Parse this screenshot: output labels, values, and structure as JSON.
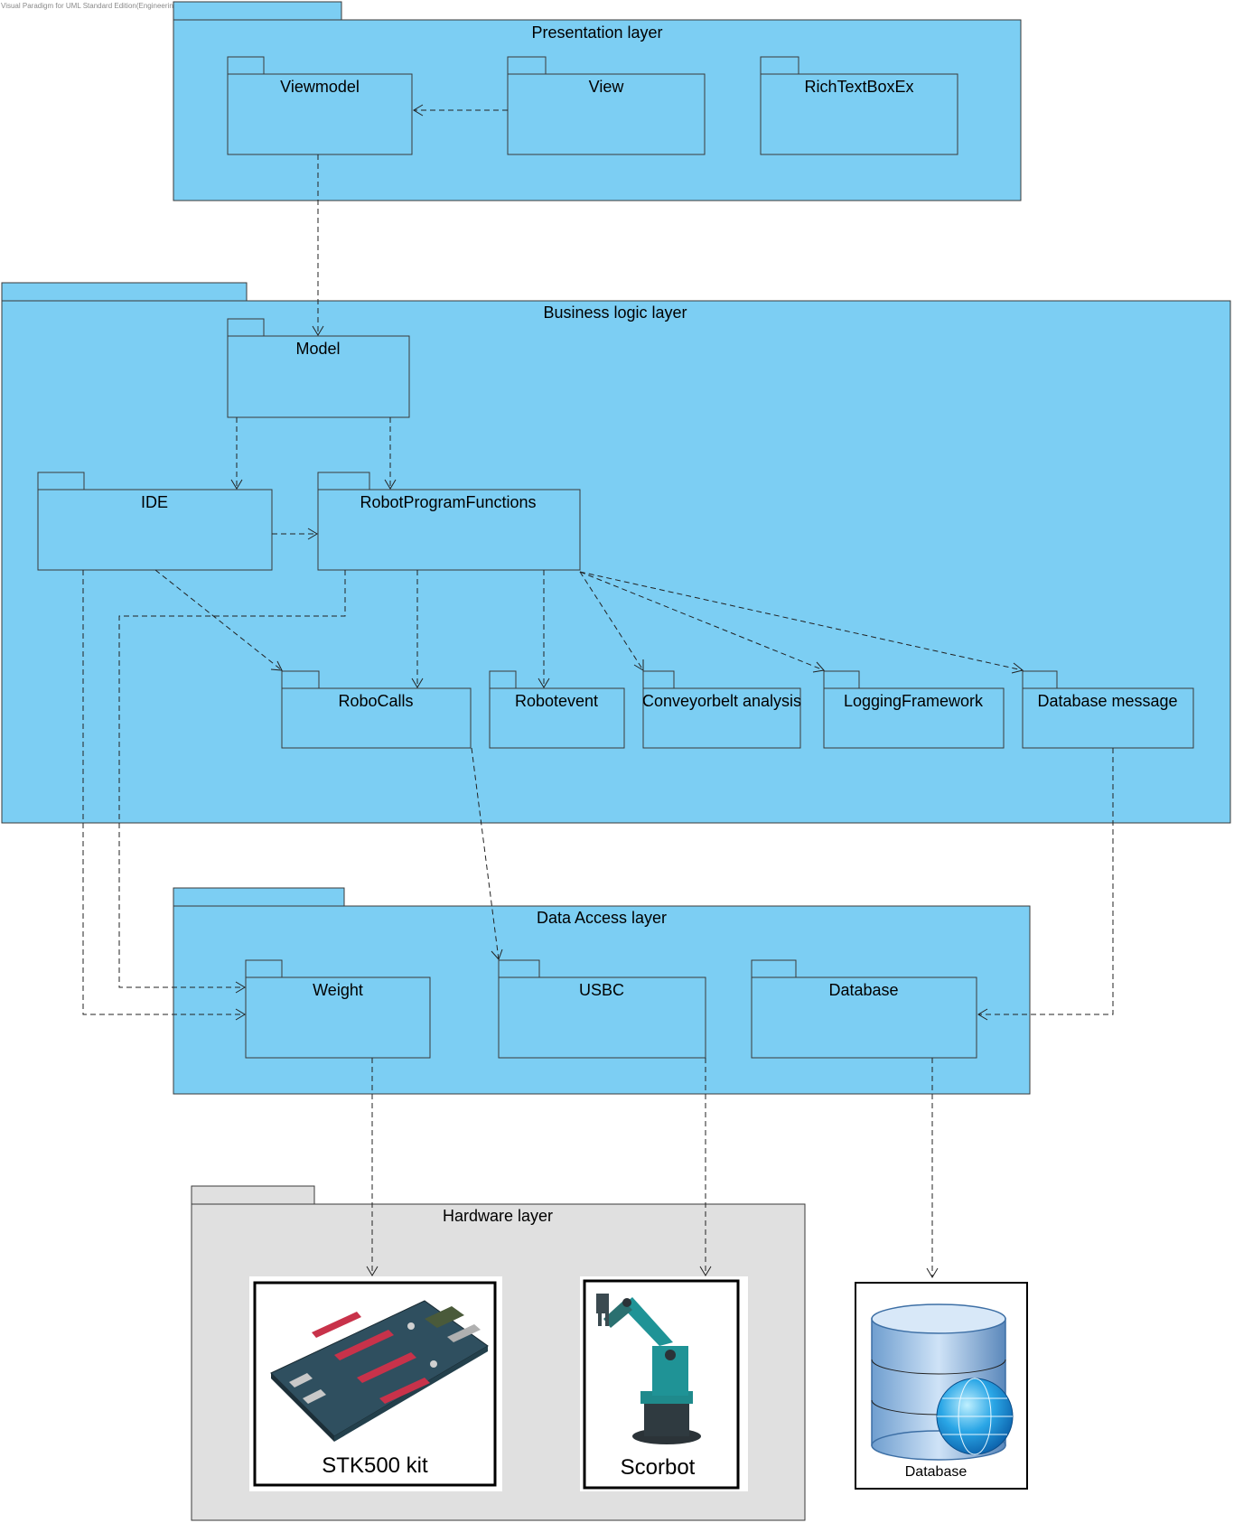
{
  "watermark": "Visual Paradigm for UML Standard Edition(Engineering College of Aarhus)",
  "layers": {
    "presentation": {
      "label": "Presentation layer"
    },
    "business": {
      "label": "Business logic layer"
    },
    "data_access": {
      "label": "Data Access layer"
    },
    "hardware": {
      "label": "Hardware layer"
    }
  },
  "packages": {
    "viewmodel": "Viewmodel",
    "view": "View",
    "richtextboxex": "RichTextBoxEx",
    "model": "Model",
    "ide": "IDE",
    "robotprogramfunctions": "RobotProgramFunctions",
    "robocalls": "RoboCalls",
    "robotevent": "Robotevent",
    "conveyorbelt": "Conveyorbelt analysis",
    "logging": "LoggingFramework",
    "dbmessage": "Database message",
    "weight": "Weight",
    "usbc": "USBC",
    "database": "Database"
  },
  "hardware_items": {
    "stk500": "STK500 kit",
    "scorbot": "Scorbot",
    "database_icon": "Database"
  },
  "colors": {
    "package_fill": "#7ccef3",
    "hardware_fill": "#e0e0e0"
  }
}
